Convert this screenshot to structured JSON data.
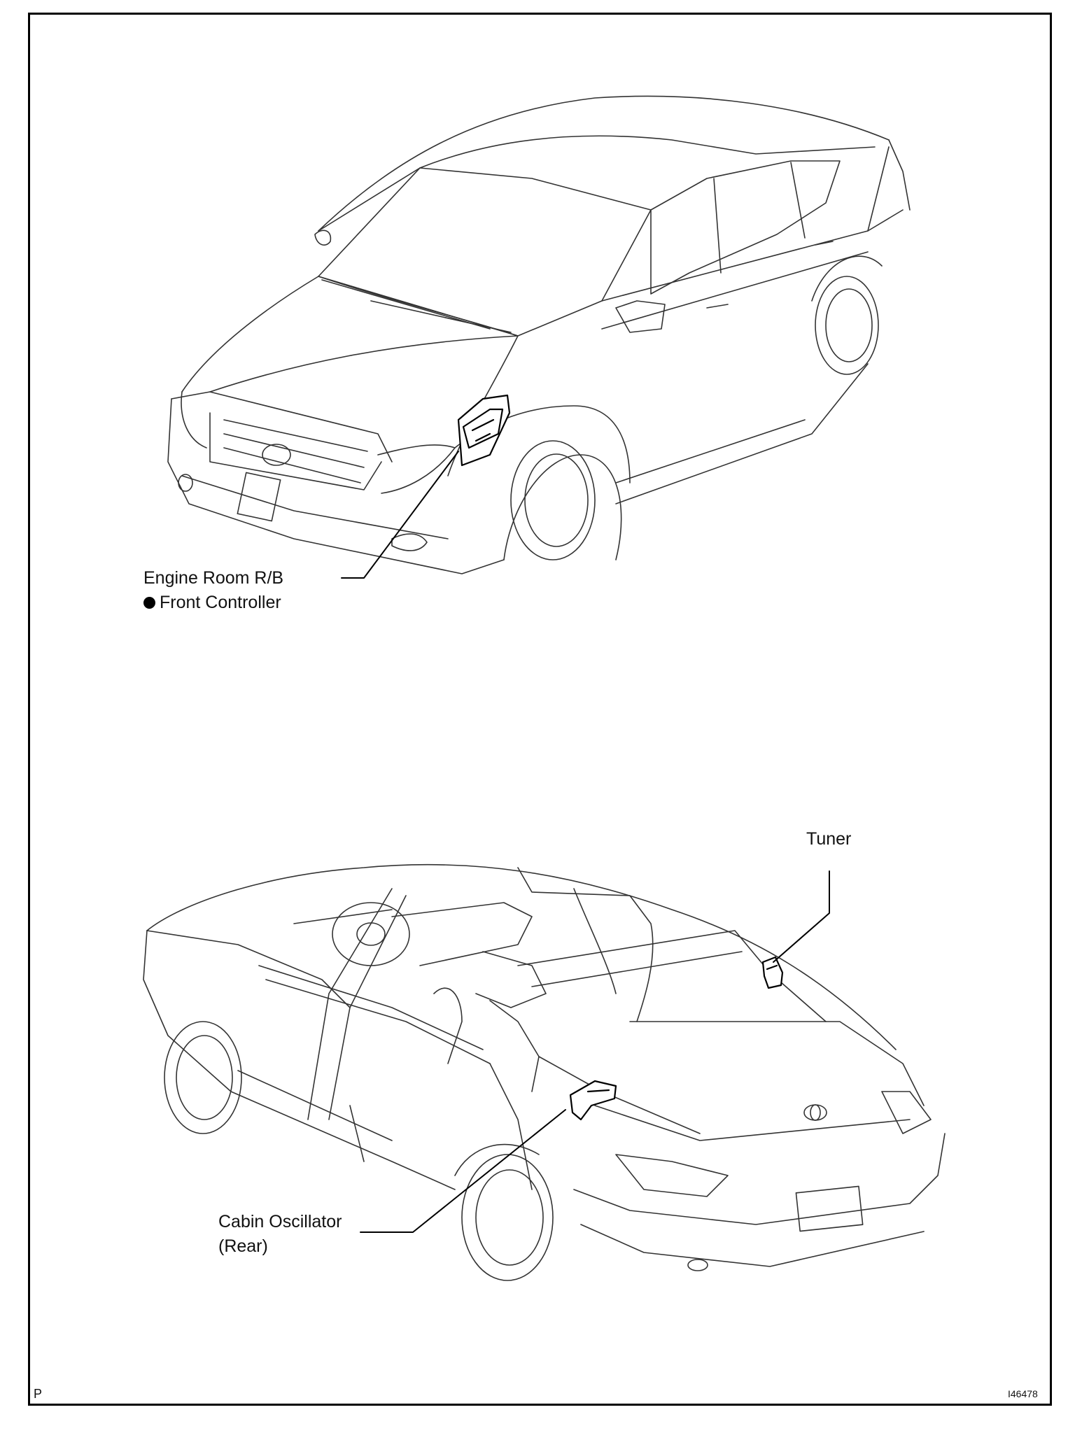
{
  "labels": {
    "engine_room_rb": "Engine Room R/B",
    "front_controller": "Front Controller",
    "tuner": "Tuner",
    "cabin_oscillator": "Cabin Oscillator",
    "cabin_oscillator_sub": "(Rear)"
  },
  "corner_marks": {
    "bottom_left": "P",
    "bottom_right": "I46478"
  },
  "icons": {
    "front_controller_marker": "filled-circle-bullet"
  }
}
